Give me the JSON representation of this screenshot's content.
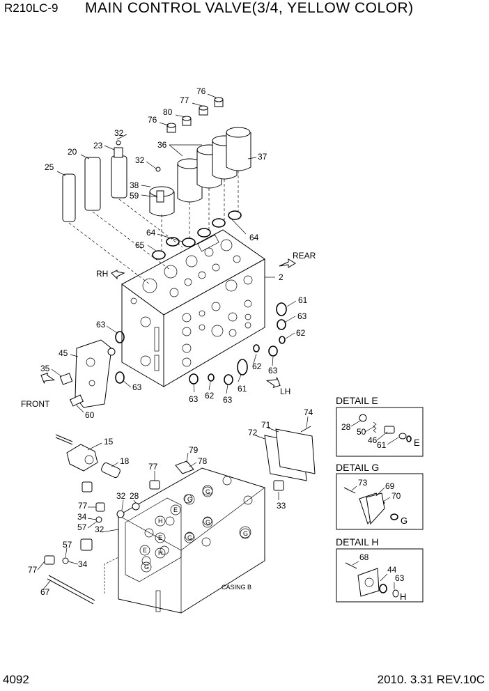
{
  "header": {
    "model": "R210LC-9",
    "title": "MAIN CONTROL VALVE(3/4, YELLOW COLOR)"
  },
  "footer": {
    "page_number": "4092",
    "revision": "2010. 3.31  REV.10C"
  },
  "directions": {
    "rear": "REAR",
    "rh": "RH",
    "front": "FRONT",
    "lh": "LH"
  },
  "casing_label": "CASING B",
  "details": {
    "e": {
      "title": "DETAIL  E",
      "letter": "E",
      "callouts": [
        "28",
        "50",
        "46",
        "61"
      ]
    },
    "g": {
      "title": "DETAIL  G",
      "letter": "G",
      "callouts": [
        "73",
        "69",
        "70"
      ]
    },
    "h": {
      "title": "DETAIL  H",
      "letter": "H",
      "callouts": [
        "68",
        "44",
        "63"
      ]
    }
  },
  "zone_markers": [
    "E",
    "G",
    "H"
  ],
  "callouts_upper": [
    "76",
    "77",
    "80",
    "76",
    "36",
    "37",
    "32",
    "23",
    "20",
    "25",
    "32",
    "38",
    "59",
    "64",
    "65",
    "64",
    "2",
    "61",
    "63",
    "62",
    "63",
    "62",
    "61",
    "63",
    "62",
    "63",
    "63",
    "45",
    "35",
    "63",
    "60"
  ],
  "callouts_lower": [
    "74",
    "71",
    "72",
    "15",
    "79",
    "78",
    "18",
    "77",
    "32",
    "28",
    "33",
    "77",
    "34",
    "57",
    "32",
    "57",
    "34",
    "77",
    "67"
  ]
}
